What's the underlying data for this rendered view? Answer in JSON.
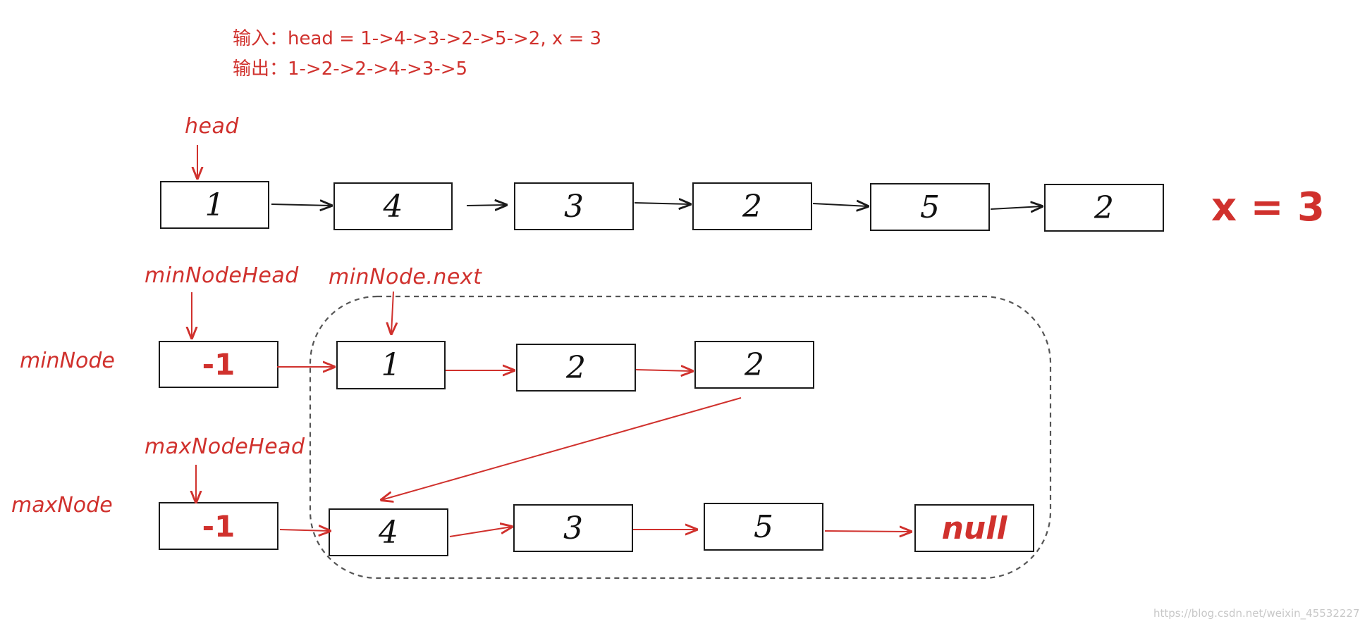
{
  "problem": {
    "input_line": "输入：head = 1->4->3->2->5->2, x = 3",
    "output_line": "输出：1->2->2->4->3->5"
  },
  "x_label": "x = 3",
  "pointers": {
    "head": "head",
    "min_node_head": "minNodeHead",
    "min_node_next": "minNode.next",
    "max_node_head": "maxNodeHead"
  },
  "row_labels": {
    "min_node": "minNode",
    "max_node": "maxNode"
  },
  "lists": {
    "original": [
      "1",
      "4",
      "3",
      "2",
      "5",
      "2"
    ],
    "min": [
      "-1",
      "1",
      "2",
      "2"
    ],
    "max": [
      "-1",
      "4",
      "3",
      "5",
      "null"
    ]
  },
  "watermark": "https://blog.csdn.net/weixin_45532227",
  "colors": {
    "annotation": "#d0312d",
    "stroke": "#1a1a1a",
    "dashed_region": "#555555"
  }
}
